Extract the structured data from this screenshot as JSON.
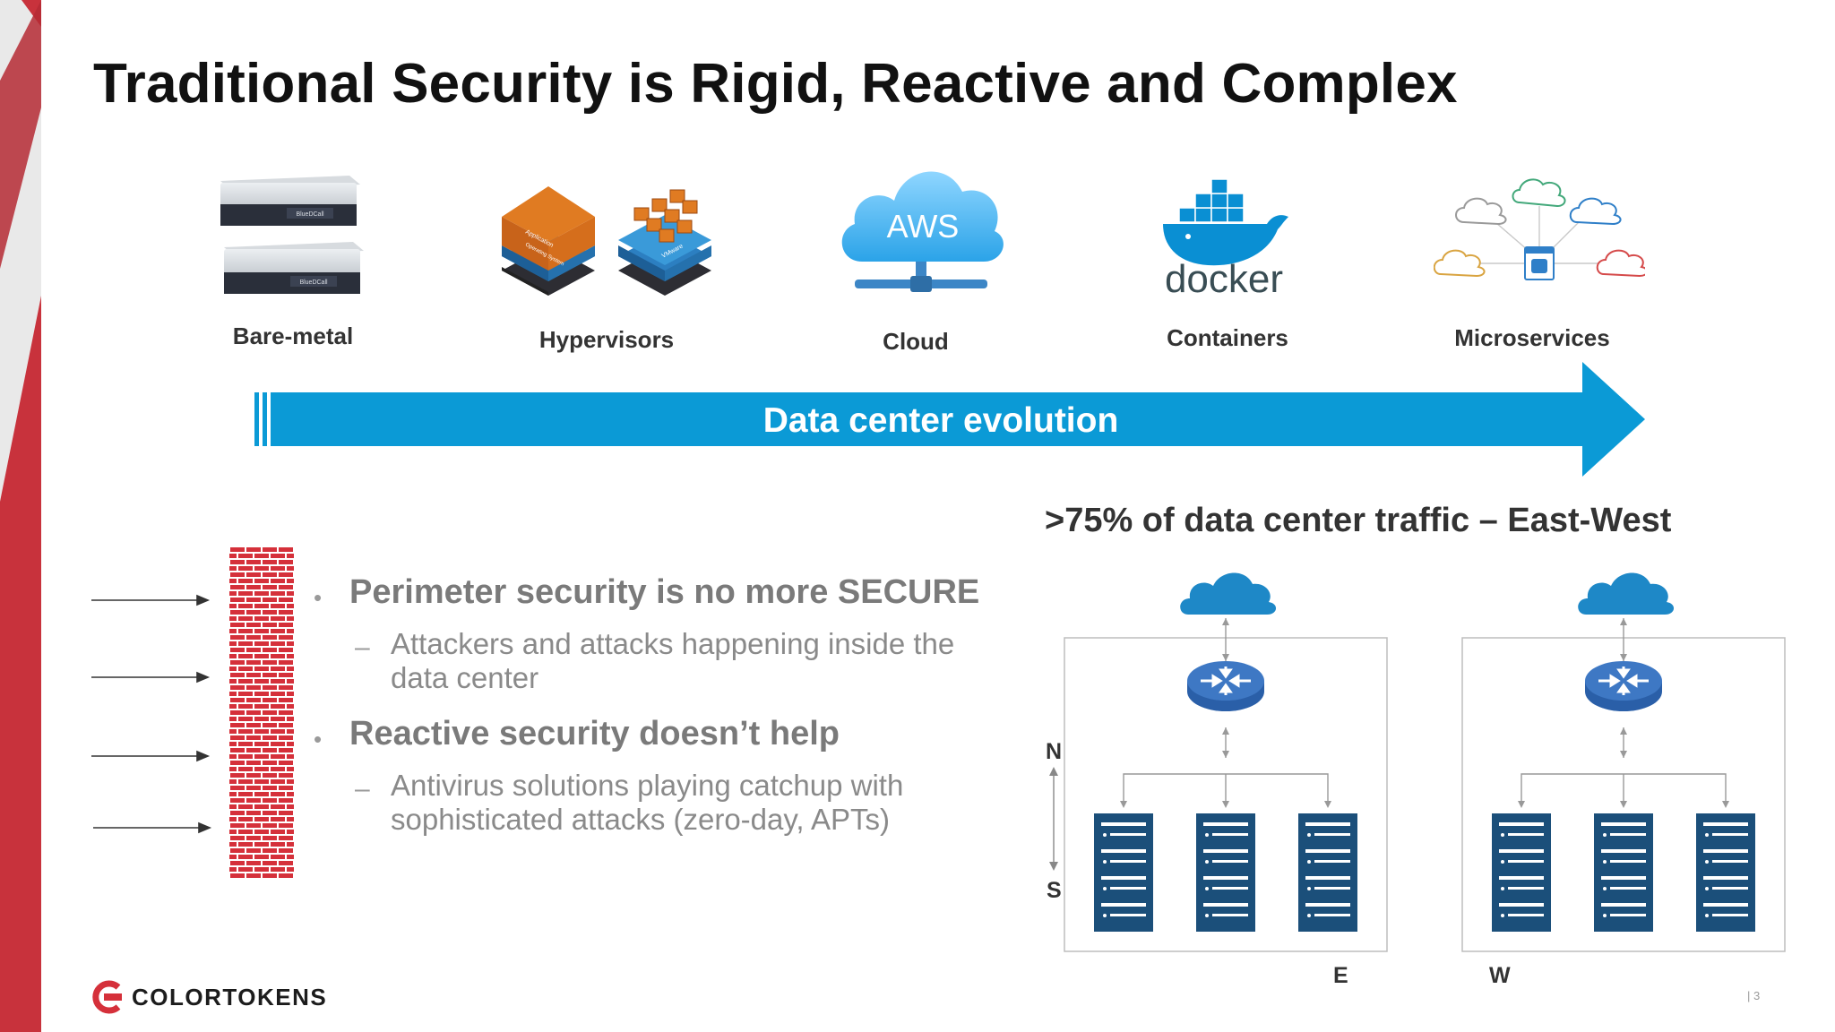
{
  "slide": {
    "title": "Traditional Security is Rigid, Reactive and Complex",
    "page_number": "|   3"
  },
  "eras": [
    {
      "id": "bare-metal",
      "label": "Bare-metal",
      "icon": "server-rack-icon"
    },
    {
      "id": "hypervisors",
      "label": "Hypervisors",
      "icon": "hypervisor-stack-icon"
    },
    {
      "id": "cloud",
      "label": "Cloud",
      "icon": "aws-cloud-icon",
      "badge": "AWS"
    },
    {
      "id": "containers",
      "label": "Containers",
      "icon": "docker-whale-icon",
      "badge": "docker"
    },
    {
      "id": "microservices",
      "label": "Microservices",
      "icon": "microservices-clouds-icon"
    }
  ],
  "evolution_arrow": {
    "label": "Data center evolution",
    "color": "#0b9ad6"
  },
  "firewall": {
    "icon": "brick-wall-icon",
    "color": "#d5303a"
  },
  "bullets": [
    {
      "text": "Perimeter security is no more SECURE",
      "sub": [
        "Attackers and attacks happening inside the",
        "data center"
      ]
    },
    {
      "text": "Reactive security doesn’t help",
      "sub": [
        "Antivirus solutions playing catchup with",
        "sophisticated attacks (zero-day, APTs)"
      ]
    }
  ],
  "traffic": {
    "title": ">75% of data center traffic – East-West",
    "north": "N",
    "south": "S",
    "east": "E",
    "west": "W"
  },
  "brand": {
    "name": "COLORTOKENS",
    "accent": "#d5303a",
    "server_color": "#1b4f7a",
    "cloud_color": "#1e88c7"
  },
  "labels": {
    "server_brand": "BlueDCall",
    "hyper_app": "Application",
    "hyper_os": "Operating System",
    "hyper_vm": "VMware"
  }
}
